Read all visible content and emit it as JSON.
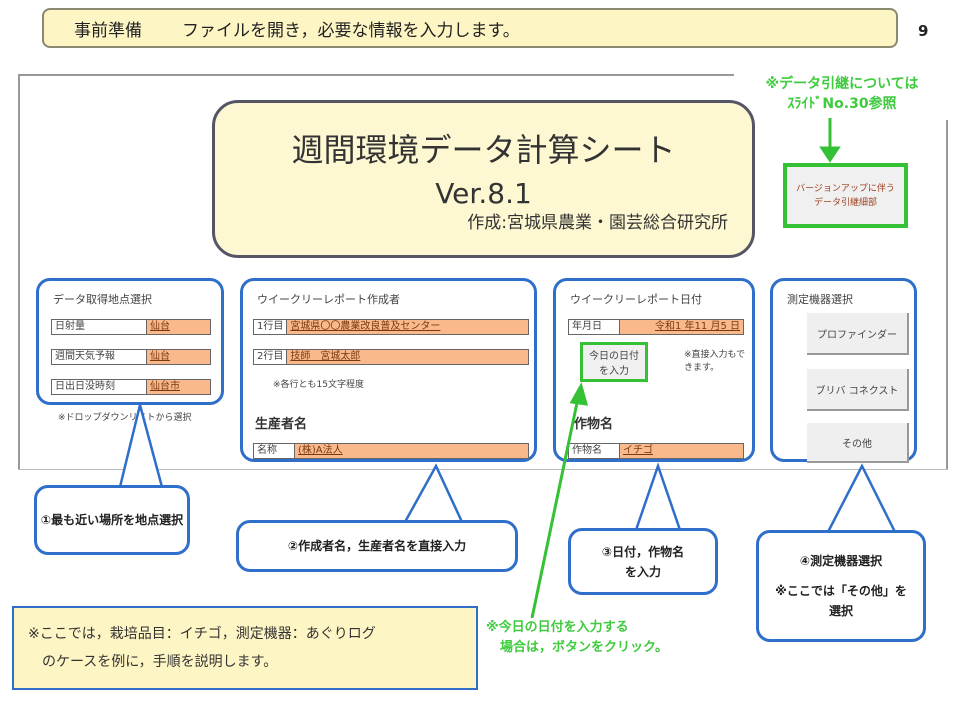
{
  "header": {
    "step": "事前準備",
    "text": "ファイルを開き，必要な情報を入力します。"
  },
  "page_number": "9",
  "title": {
    "main": "週間環境データ計算シート",
    "version": "Ver.8.1",
    "author": "作成:宮城県農業・園芸総合研究所"
  },
  "migration": {
    "note_line1": "※データ引継については",
    "note_line2": "ｽﾗｲﾄﾞNo.30参照",
    "button_line1": "バージョンアップに伴う",
    "button_line2": "データ引継細部"
  },
  "location_panel": {
    "title": "データ取得地点選択",
    "fields": [
      {
        "label": "日射量",
        "value": "仙台"
      },
      {
        "label": "週間天気予報",
        "value": "仙台"
      },
      {
        "label": "日出日没時刻",
        "value": "仙台市"
      }
    ],
    "note": "※ドロップダウンリストから選択"
  },
  "author_panel": {
    "title": "ウイークリーレポート作成者",
    "fields": [
      {
        "label": "1行目",
        "value": "宮城県〇〇農業改良普及センター"
      },
      {
        "label": "2行目",
        "value": "技師　宮城太郎"
      }
    ],
    "note": "※各行とも15文字程度",
    "producer_title": "生産者名",
    "producer": {
      "label": "名称",
      "value": "(株)A法人"
    }
  },
  "date_panel": {
    "title": "ウイークリーレポート日付",
    "date": {
      "label": "年月日",
      "value": "令和1 年11 月5 日"
    },
    "today_button": "今日の日付を入力",
    "note": "※直接入力もできます。",
    "crop_title": "作物名",
    "crop": {
      "label": "作物名",
      "value": "イチゴ"
    }
  },
  "device_panel": {
    "title": "測定機器選択",
    "buttons": [
      "プロファインダー",
      "ブリバ コネクスト",
      "その他"
    ]
  },
  "callouts": {
    "c1": "①最も近い場所を地点選択",
    "c2": "②作成者名，生産者名を直接入力",
    "c3": "③日付，作物名を入力",
    "c4a": "④測定機器選択",
    "c4b": "※ここでは「その他」を選択"
  },
  "bottom_note": {
    "line1": "※ここでは，栽培品目：イチゴ，測定機器：あぐりログ",
    "line2": "のケースを例に，手順を説明します。"
  },
  "today_note": {
    "line1": "※今日の日付を入力する",
    "line2": "場合は，ボタンをクリック。"
  },
  "colors": {
    "blue": "#2f6ec9",
    "green": "#35c135",
    "orange": "#f9b98a",
    "yellow": "#fdf5c4"
  }
}
